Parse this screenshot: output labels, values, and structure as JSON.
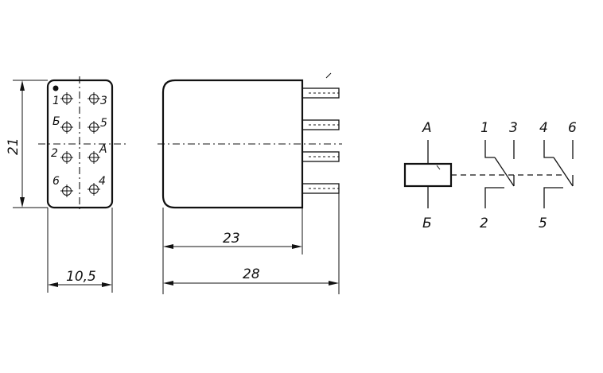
{
  "dimensions": {
    "height": "21",
    "width": "10,5",
    "body_length": "23",
    "total_length": "28"
  },
  "pin_labels": {
    "p1": "1",
    "p3": "3",
    "pB": "Б",
    "p5": "5",
    "p2": "2",
    "pA": "А",
    "p6": "6",
    "p4": "4"
  },
  "schematic_labels": {
    "coil_top": "А",
    "coil_bottom": "Б",
    "c1": "1",
    "c3": "3",
    "c2": "2",
    "c4": "4",
    "c6": "6",
    "c5": "5"
  }
}
